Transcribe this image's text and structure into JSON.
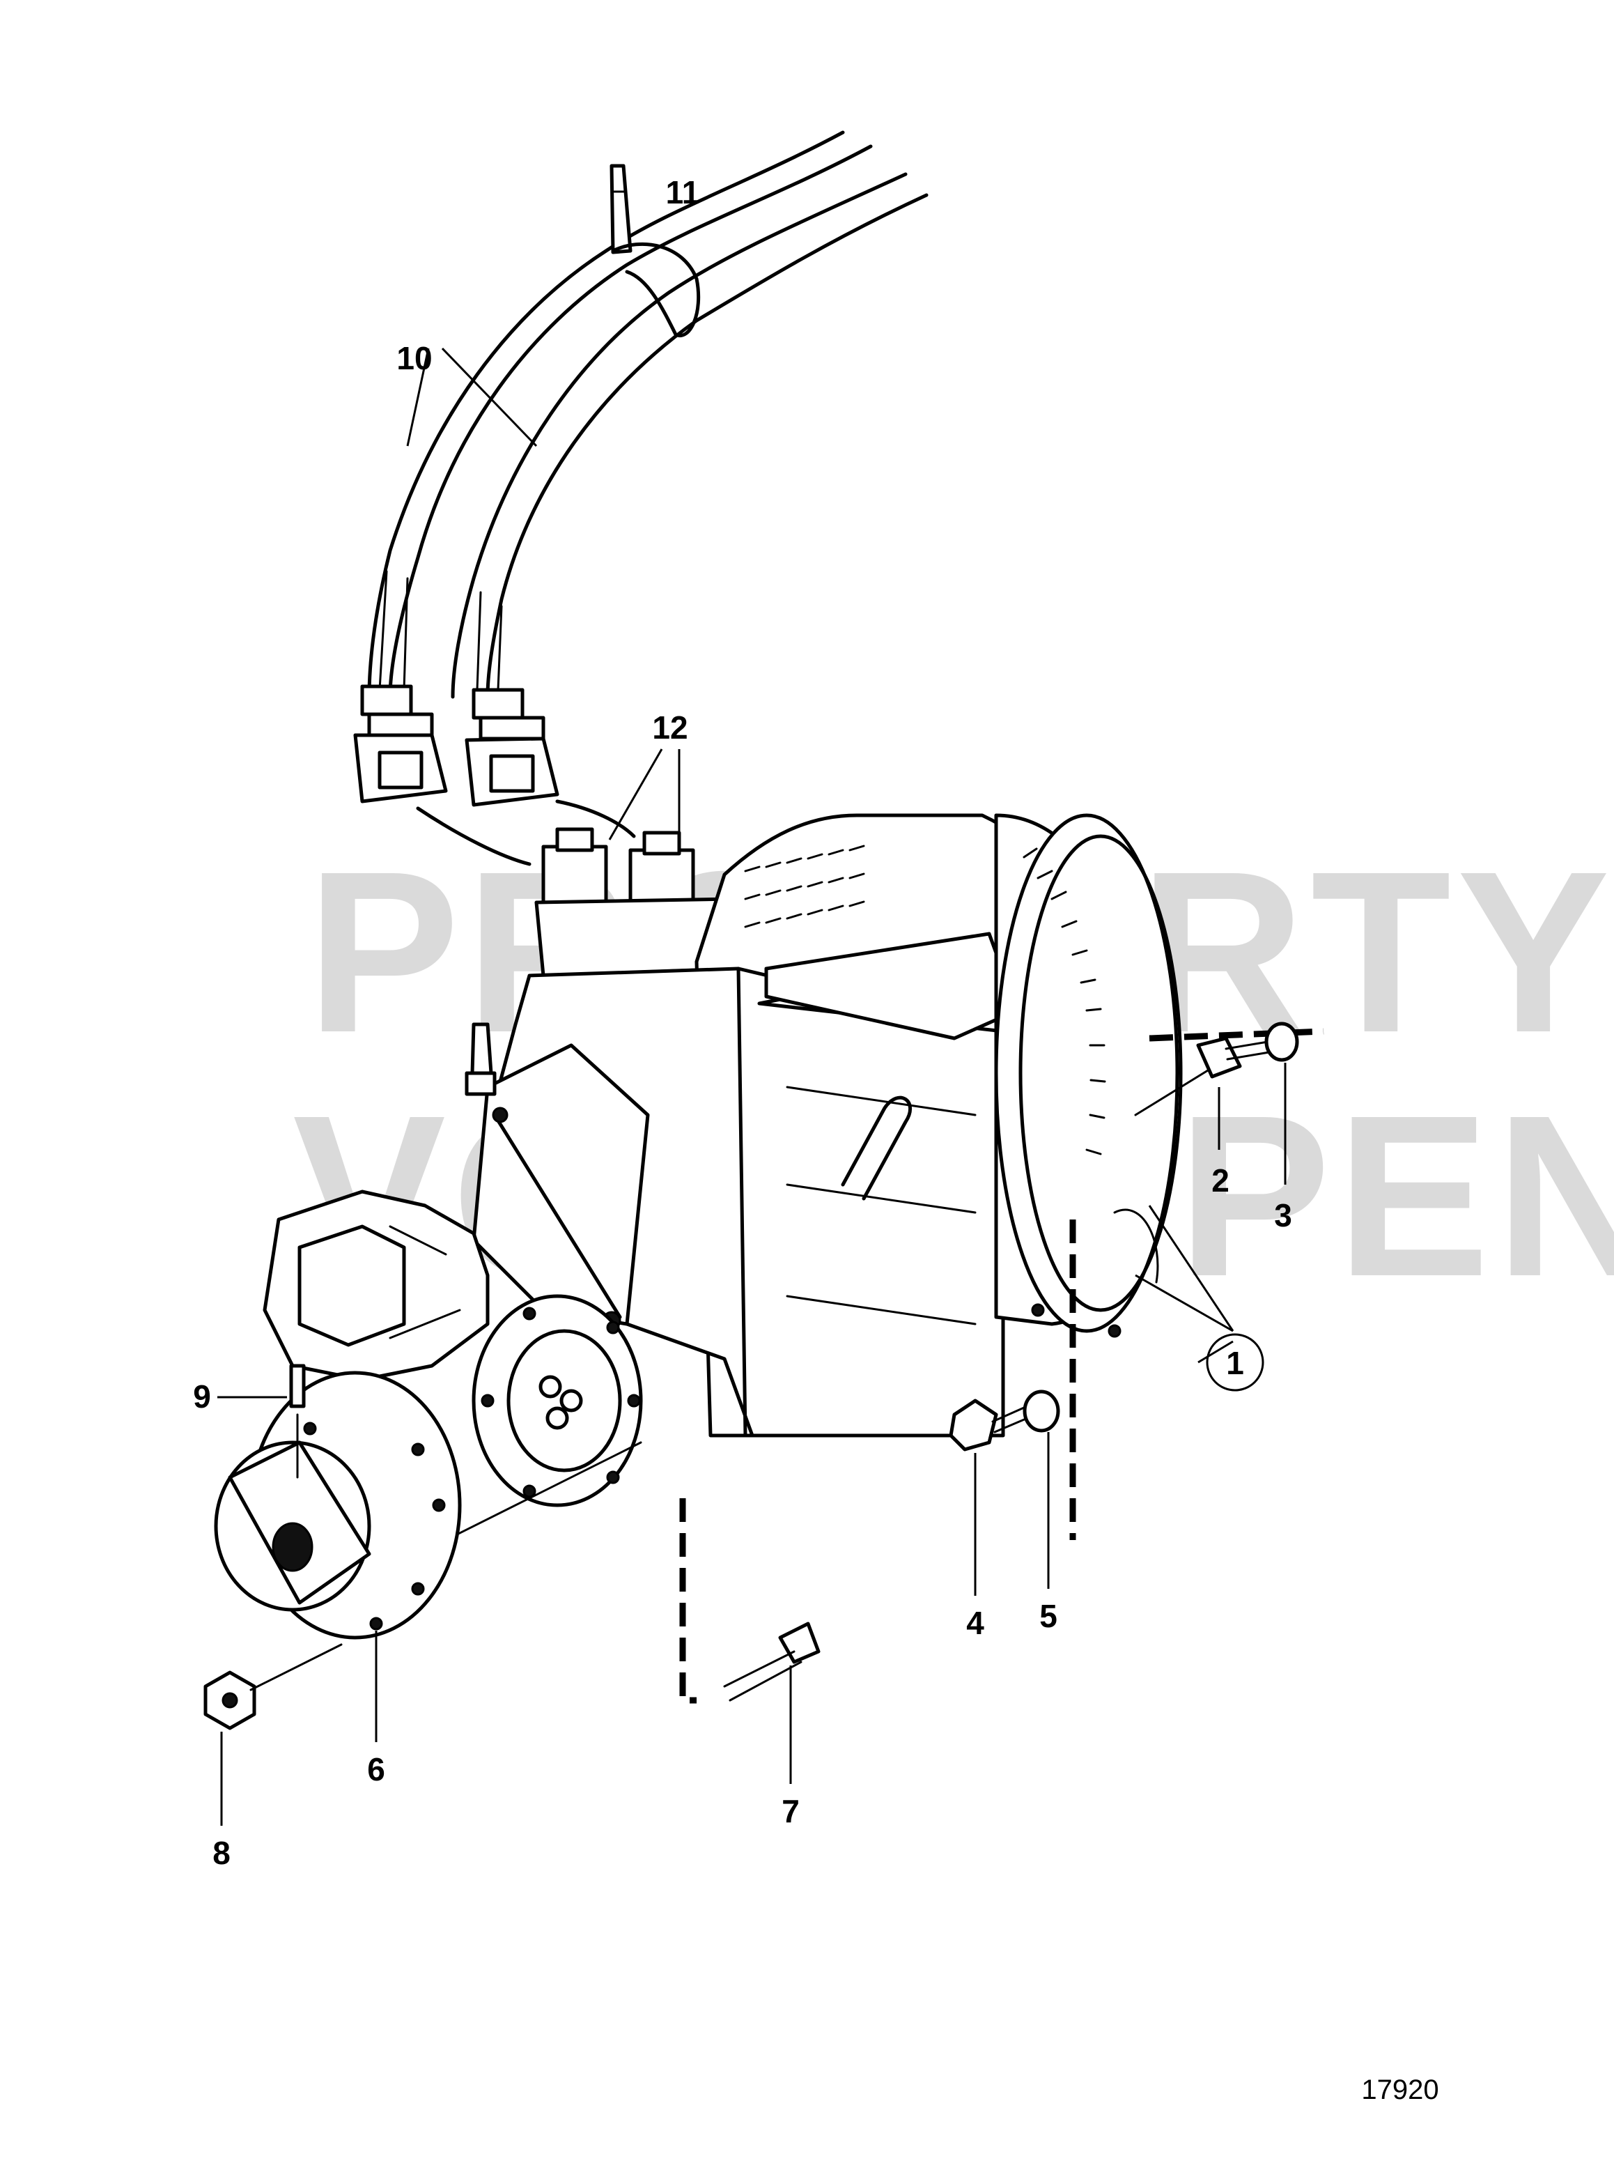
{
  "watermark": {
    "line1": "PROPERTY OF",
    "line2": "VOLVO PENTA"
  },
  "diagram_reference": "17920",
  "callouts": {
    "c1": "1",
    "c2": "2",
    "c3": "3",
    "c4": "4",
    "c5": "5",
    "c6": "6",
    "c7": "7",
    "c8": "8",
    "c9": "9",
    "c10": "10",
    "c11": "11",
    "c12": "12"
  }
}
